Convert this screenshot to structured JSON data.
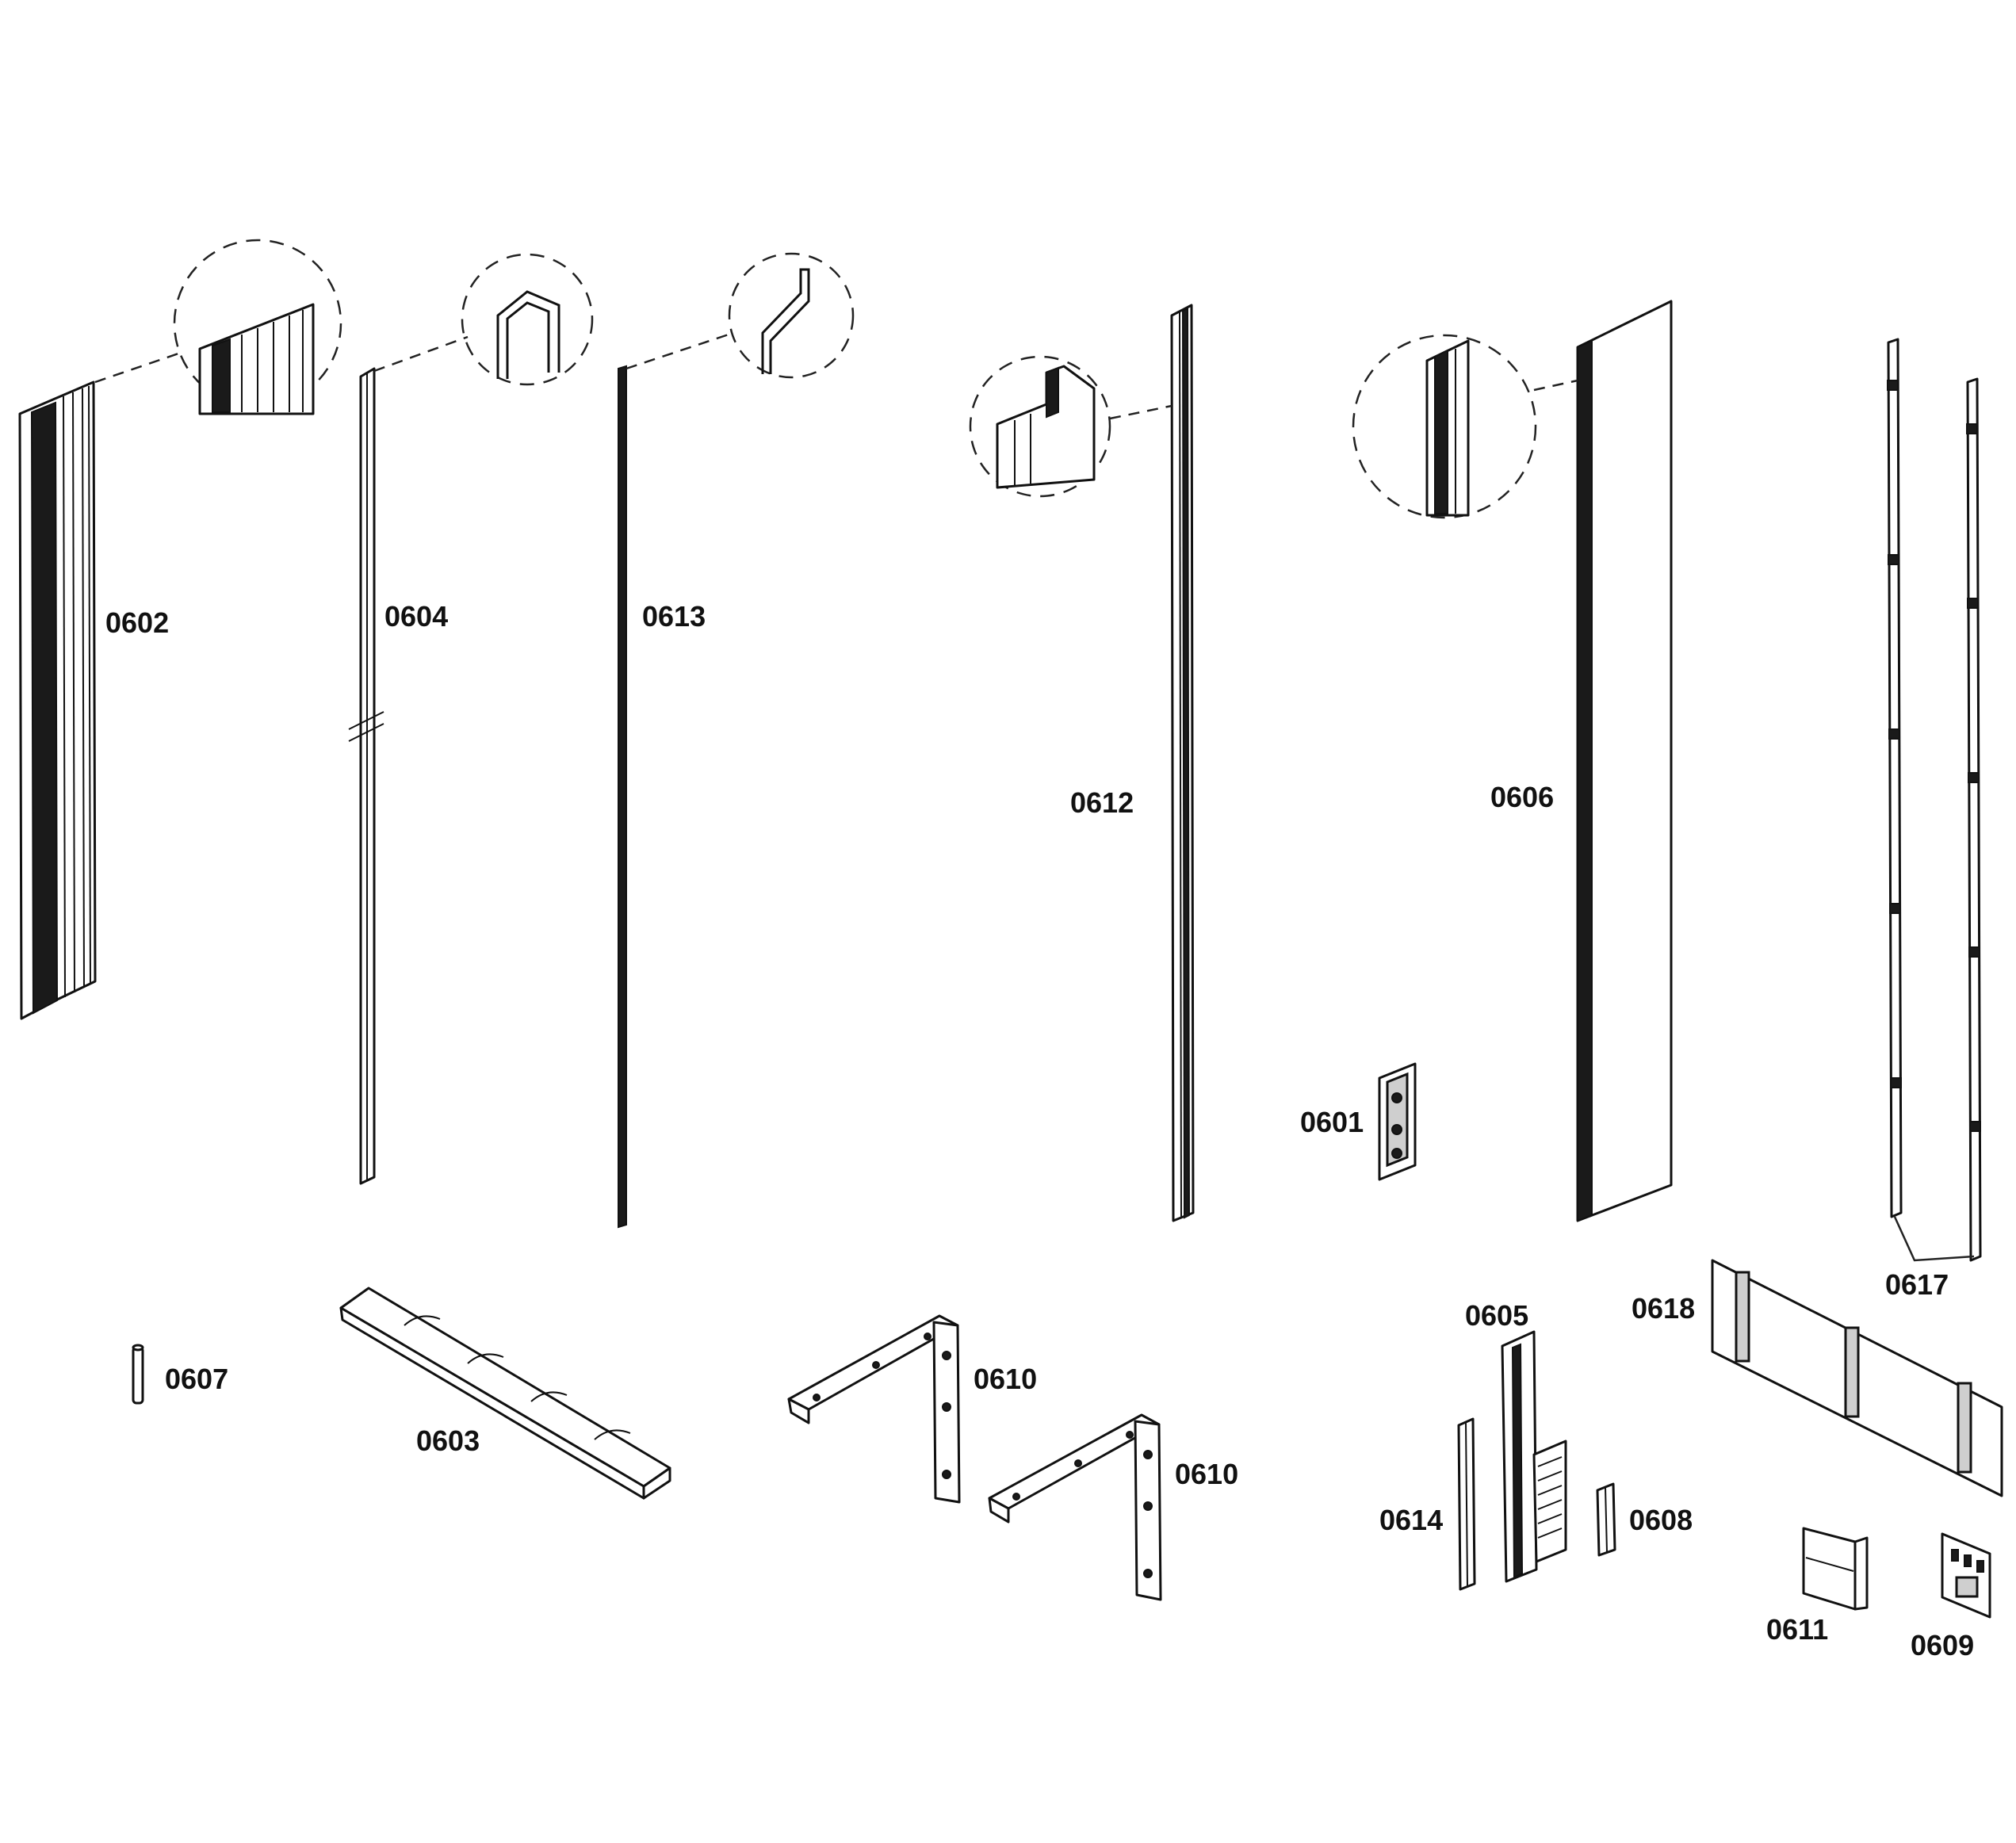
{
  "colors": {
    "ink": "#111111",
    "paper": "#ffffff"
  },
  "callouts": {
    "c0601": "0601",
    "c0602": "0602",
    "c0603": "0603",
    "c0604": "0604",
    "c0605": "0605",
    "c0606": "0606",
    "c0607": "0607",
    "c0608": "0608",
    "c0609": "0609",
    "c0610a": "0610",
    "c0610b": "0610",
    "c0611": "0611",
    "c0612": "0612",
    "c0613": "0613",
    "c0614": "0614",
    "c0617": "0617",
    "c0618": "0618"
  }
}
